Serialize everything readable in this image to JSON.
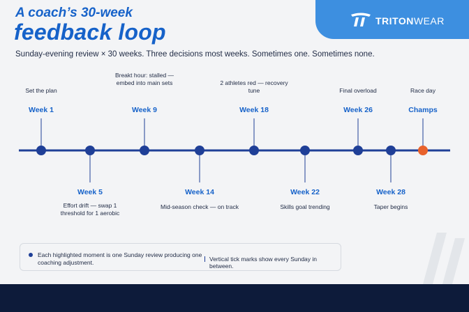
{
  "brand": {
    "name_bold": "TRITON",
    "name_light": "WEAR"
  },
  "title_line1": "A coach’s 30-week",
  "title_line2": "feedback loop",
  "subtitle": "Sunday-evening review × 30 weeks. Three decisions most weeks. Sometimes one. Sometimes none.",
  "colors": {
    "primary": "#1662c9",
    "line": "#1f3f97",
    "highlight": "#e8622c",
    "brand_panel": "#3d8fe0",
    "footer": "#0d1b3a"
  },
  "milestones": [
    {
      "week": "Week 1",
      "caption": "Set the plan",
      "side": "above"
    },
    {
      "week": "Week 5",
      "caption": "Effort drift — swap 1 threshold for 1 aerobic",
      "side": "below"
    },
    {
      "week": "Week 9",
      "caption": "Breakt hour: stalled — embed into main sets",
      "side": "above"
    },
    {
      "week": "Week 14",
      "caption": "Mid-season check — on track",
      "side": "below"
    },
    {
      "week": "Week 18",
      "caption": "2 athletes red — recovery tune",
      "side": "above"
    },
    {
      "week": "Week 22",
      "caption": "Skills goal trending",
      "side": "below"
    },
    {
      "week": "Week 26",
      "caption": "Final overload",
      "side": "above"
    },
    {
      "week": "Week 28",
      "caption": "Taper begins",
      "side": "below"
    },
    {
      "week": "Champs",
      "caption": "Race day",
      "side": "above",
      "highlight": true
    }
  ],
  "legend": {
    "dot_text": "Each highlighted moment is one Sunday review producing one coaching adjustment.",
    "tick_text": "Vertical tick marks show every Sunday in between."
  }
}
